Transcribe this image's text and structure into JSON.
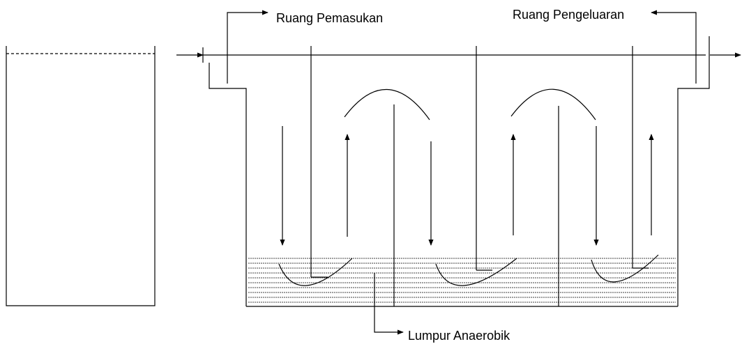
{
  "labels": {
    "inlet_chamber": "Ruang Pemasukan",
    "outlet_chamber": "Ruang Pengeluaran",
    "anaerobic_sludge": "Lumpur Anaerobik"
  },
  "colors": {
    "line": "#000000",
    "background": "#ffffff"
  }
}
